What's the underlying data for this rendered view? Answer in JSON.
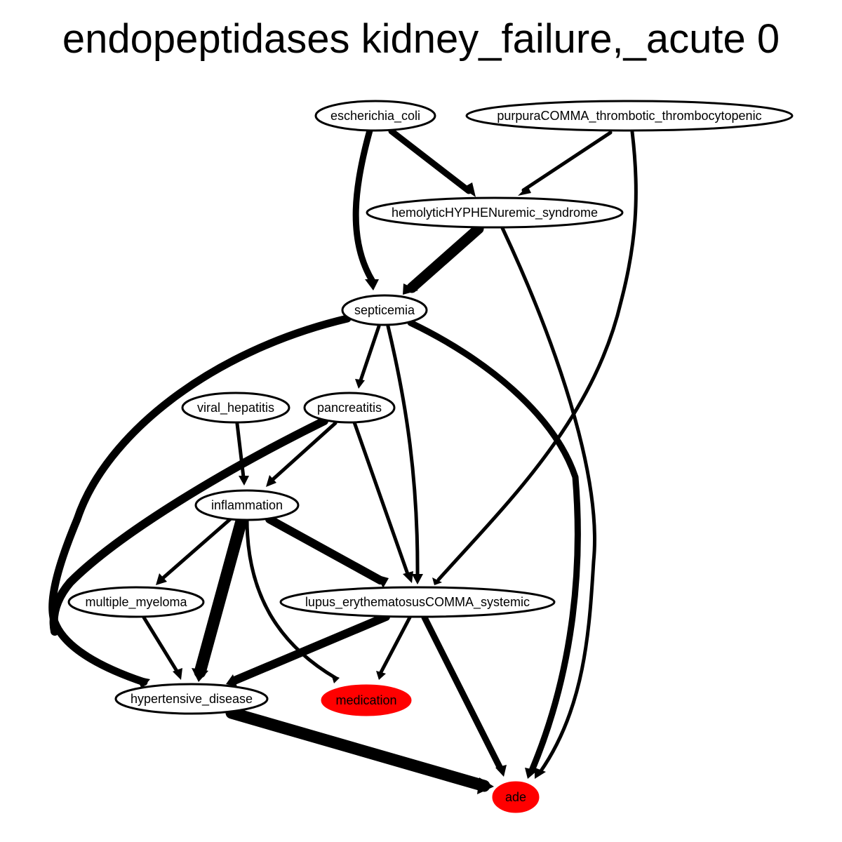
{
  "title": "endopeptidases kidney_failure,_acute 0",
  "colors": {
    "highlight_fill": "#ff0000",
    "default_fill": "#ffffff",
    "stroke": "#000000"
  },
  "nodes": {
    "escherichia_coli": {
      "label": "escherichia_coli",
      "highlighted": false
    },
    "purpura": {
      "label": "purpuraCOMMA_thrombotic_thrombocytopenic",
      "highlighted": false
    },
    "hus": {
      "label": "hemolyticHYPHENuremic_syndrome",
      "highlighted": false
    },
    "septicemia": {
      "label": "septicemia",
      "highlighted": false
    },
    "viral_hepatitis": {
      "label": "viral_hepatitis",
      "highlighted": false
    },
    "pancreatitis": {
      "label": "pancreatitis",
      "highlighted": false
    },
    "inflammation": {
      "label": "inflammation",
      "highlighted": false
    },
    "multiple_myeloma": {
      "label": "multiple_myeloma",
      "highlighted": false
    },
    "lupus": {
      "label": "lupus_erythematosusCOMMA_systemic",
      "highlighted": false
    },
    "hypertensive_disease": {
      "label": "hypertensive_disease",
      "highlighted": false
    },
    "medication": {
      "label": "medication",
      "highlighted": true
    },
    "ade": {
      "label": "ade",
      "highlighted": true
    }
  },
  "edges": [
    {
      "from": "escherichia_coli",
      "to": "septicemia"
    },
    {
      "from": "escherichia_coli",
      "to": "hus"
    },
    {
      "from": "purpura",
      "to": "hus"
    },
    {
      "from": "purpura",
      "to": "lupus"
    },
    {
      "from": "hus",
      "to": "septicemia"
    },
    {
      "from": "hus",
      "to": "ade"
    },
    {
      "from": "septicemia",
      "to": "hypertensive_disease"
    },
    {
      "from": "septicemia",
      "to": "pancreatitis"
    },
    {
      "from": "septicemia",
      "to": "lupus"
    },
    {
      "from": "septicemia",
      "to": "ade"
    },
    {
      "from": "viral_hepatitis",
      "to": "inflammation"
    },
    {
      "from": "pancreatitis",
      "to": "hypertensive_disease"
    },
    {
      "from": "pancreatitis",
      "to": "inflammation"
    },
    {
      "from": "pancreatitis",
      "to": "lupus"
    },
    {
      "from": "inflammation",
      "to": "multiple_myeloma"
    },
    {
      "from": "inflammation",
      "to": "hypertensive_disease"
    },
    {
      "from": "inflammation",
      "to": "lupus"
    },
    {
      "from": "inflammation",
      "to": "medication"
    },
    {
      "from": "multiple_myeloma",
      "to": "hypertensive_disease"
    },
    {
      "from": "lupus",
      "to": "hypertensive_disease"
    },
    {
      "from": "lupus",
      "to": "medication"
    },
    {
      "from": "lupus",
      "to": "ade"
    },
    {
      "from": "hypertensive_disease",
      "to": "ade"
    }
  ]
}
